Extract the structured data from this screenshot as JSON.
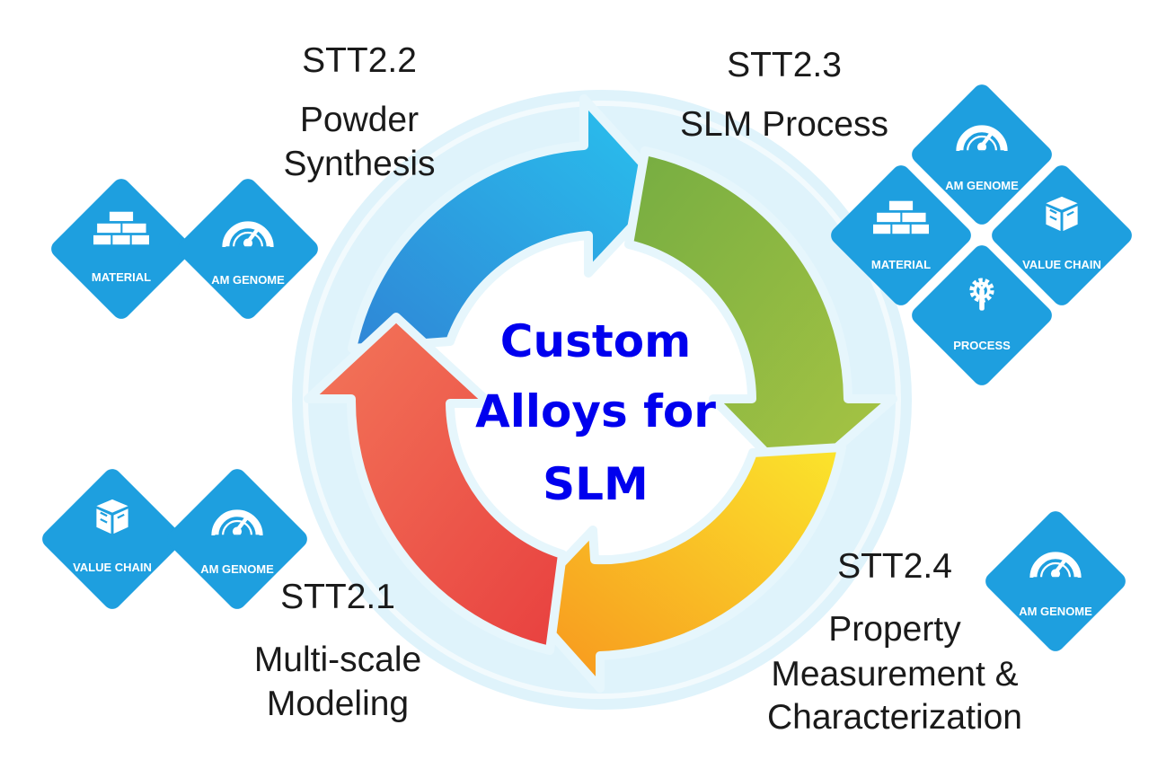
{
  "center": {
    "lines": [
      "Custom",
      "Alloys for",
      "SLM"
    ]
  },
  "stages": [
    {
      "id": "stt22",
      "code": "STT2.2",
      "title_lines": [
        "Powder",
        "Synthesis"
      ]
    },
    {
      "id": "stt23",
      "code": "STT2.3",
      "title_lines": [
        "SLM Process"
      ]
    },
    {
      "id": "stt24",
      "code": "STT2.4",
      "title_lines": [
        "Property",
        "Measurement &",
        "Characterization"
      ]
    },
    {
      "id": "stt21",
      "code": "STT2.1",
      "title_lines": [
        "Multi-scale",
        "Modeling"
      ]
    }
  ],
  "badge_labels": {
    "material": "MATERIAL",
    "am_genome": "AM GENOME",
    "value_chain": "VALUE CHAIN",
    "process": "PROCESS"
  },
  "colors": {
    "badge_blue": "#1e9fdf",
    "arrow_blue": "#2aa5e4",
    "arrow_green": "#8db541",
    "arrow_yellow_orange": "#f7b62a",
    "arrow_red": "#ea5044",
    "ring_halo": "#dff3fb",
    "center_text": "#0000ee"
  }
}
